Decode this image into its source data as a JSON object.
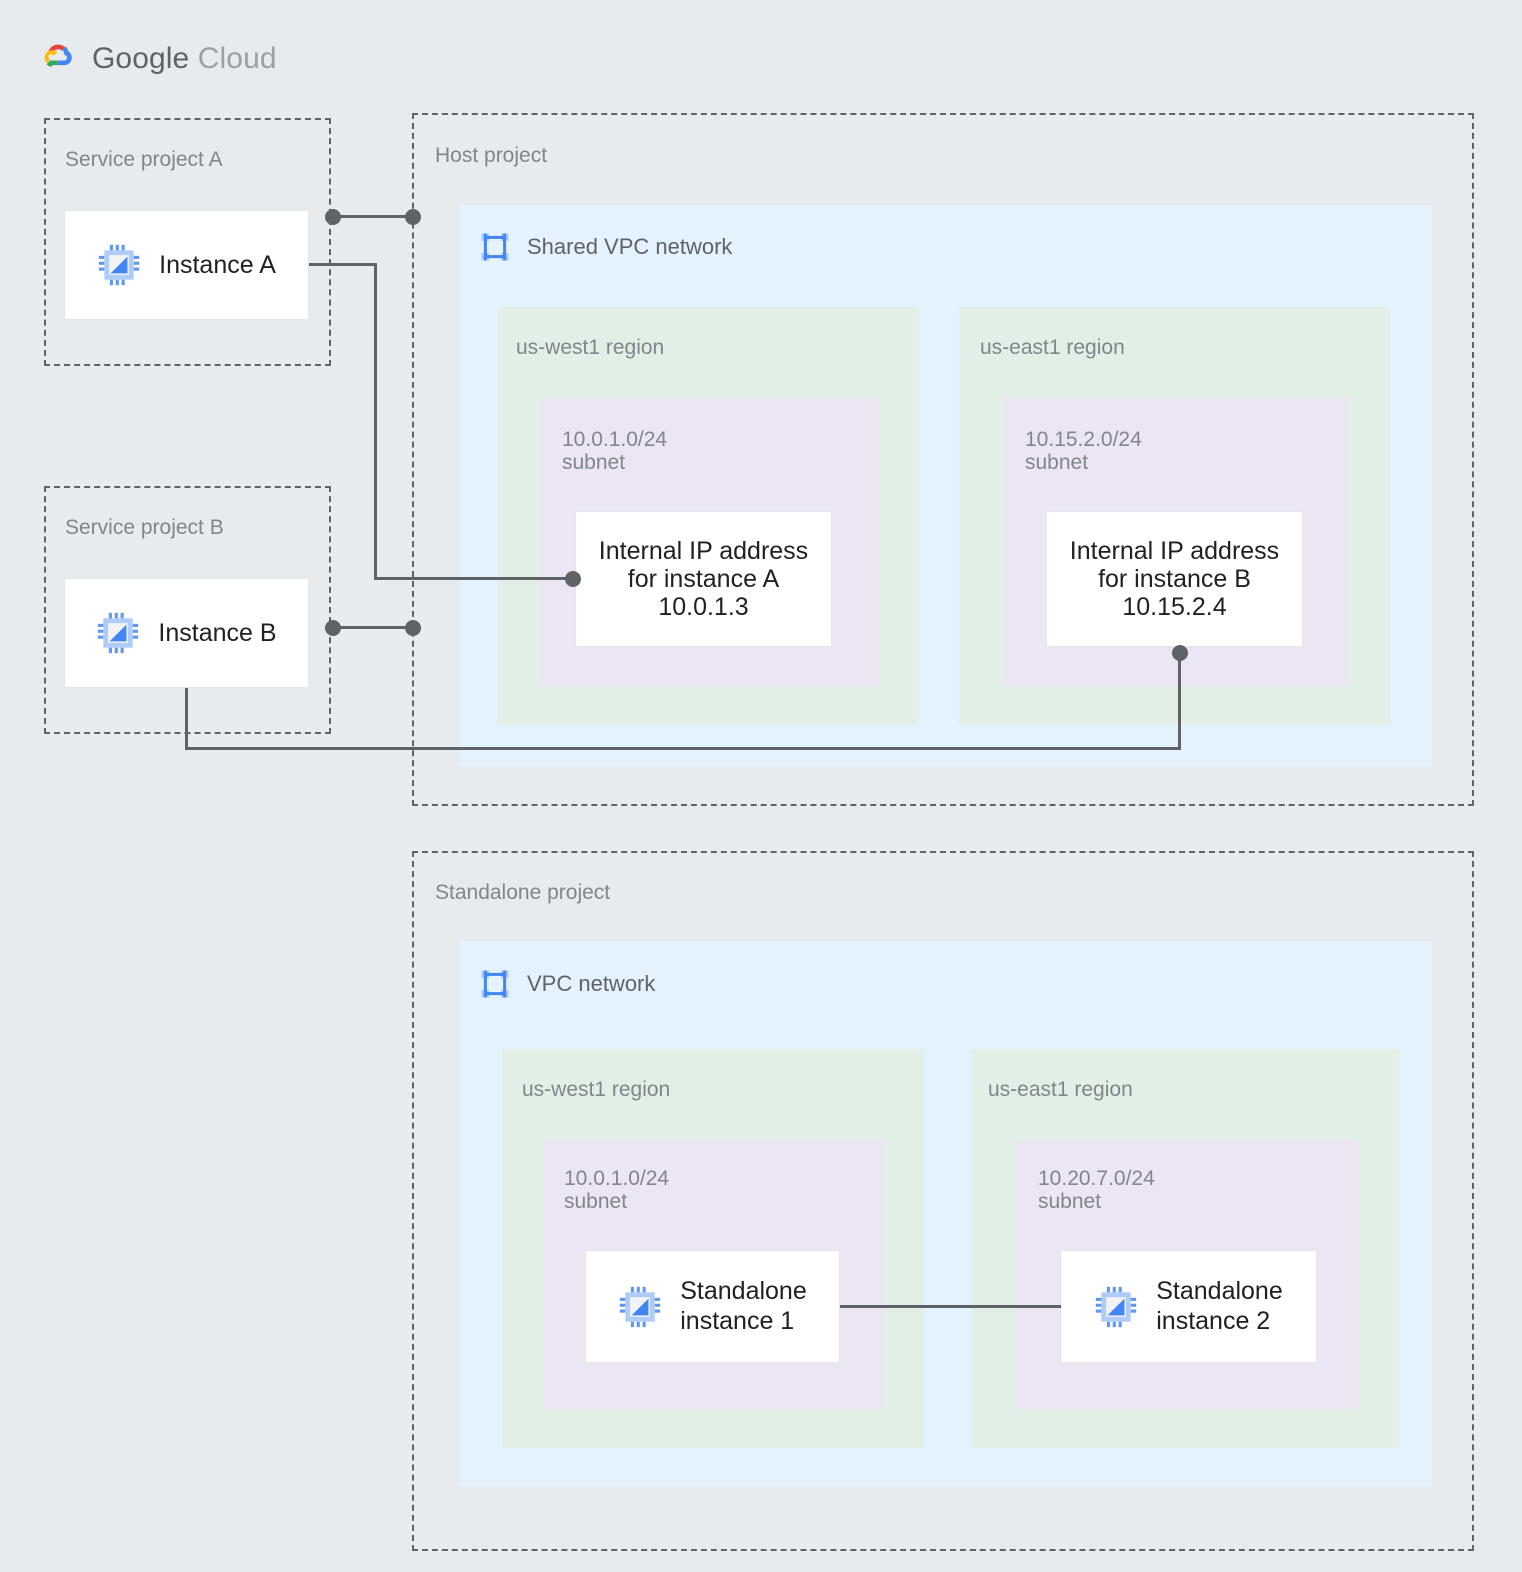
{
  "brand": {
    "name_bold": "Google",
    "name_light": "Cloud",
    "logo_icon": "google-cloud-logo",
    "colors": {
      "red": "#EA4335",
      "blue": "#4285F4",
      "yellow": "#FBBC05",
      "green": "#34A853"
    }
  },
  "palette": {
    "background": "#e8ebed",
    "project_border": "#5f6368",
    "vpc_fill": "#e3f2fd",
    "region_fill": "#e1efe7",
    "subnet_fill": "#ece5f3",
    "card_fill": "#ffffff",
    "connector": "#5f6368",
    "label_text": "#80868b",
    "body_text": "#202124",
    "icon_blue": "#4285F4"
  },
  "projects": {
    "service_a": {
      "label": "Service project A"
    },
    "service_b": {
      "label": "Service project B"
    },
    "host": {
      "label": "Host project"
    },
    "standalone": {
      "label": "Standalone project"
    }
  },
  "networks": {
    "shared_vpc": {
      "title": "Shared VPC network",
      "icon": "vpc-network-icon"
    },
    "vpc": {
      "title": "VPC network",
      "icon": "vpc-network-icon"
    }
  },
  "instances": {
    "a": {
      "label": "Instance A",
      "icon": "compute-engine-instance-icon"
    },
    "b": {
      "label": "Instance B",
      "icon": "compute-engine-instance-icon"
    },
    "standalone_1": {
      "label": "Standalone\ninstance 1",
      "icon": "compute-engine-instance-icon"
    },
    "standalone_2": {
      "label": "Standalone\ninstance 2",
      "icon": "compute-engine-instance-icon"
    }
  },
  "host_network": {
    "regions": [
      {
        "name": "us-west1 region",
        "subnet": {
          "cidr": "10.0.1.0/24",
          "kind": "subnet",
          "label": "10.0.1.0/24\nsubnet"
        },
        "card": {
          "text": "Internal IP address\nfor instance A\n10.0.1.3",
          "ip": "10.0.1.3",
          "for": "instance A"
        }
      },
      {
        "name": "us-east1 region",
        "subnet": {
          "cidr": "10.15.2.0/24",
          "kind": "subnet",
          "label": "10.15.2.0/24\nsubnet"
        },
        "card": {
          "text": "Internal IP address\nfor instance B\n10.15.2.4",
          "ip": "10.15.2.4",
          "for": "instance B"
        }
      }
    ]
  },
  "standalone_network": {
    "regions": [
      {
        "name": "us-west1 region",
        "subnet": {
          "cidr": "10.0.1.0/24",
          "kind": "subnet",
          "label": "10.0.1.0/24\nsubnet"
        }
      },
      {
        "name": "us-east1 region",
        "subnet": {
          "cidr": "10.20.7.0/24",
          "kind": "subnet",
          "label": "10.20.7.0/24\nsubnet"
        }
      }
    ]
  },
  "connectors": [
    {
      "name": "service-a-to-host-project",
      "style": "dot-line-dot"
    },
    {
      "name": "instance-a-to-internal-ip-a",
      "style": "elbow"
    },
    {
      "name": "service-b-to-host-project",
      "style": "dot-line-dot"
    },
    {
      "name": "instance-b-to-internal-ip-b",
      "style": "elbow"
    },
    {
      "name": "standalone-1-to-standalone-2",
      "style": "straight"
    }
  ]
}
